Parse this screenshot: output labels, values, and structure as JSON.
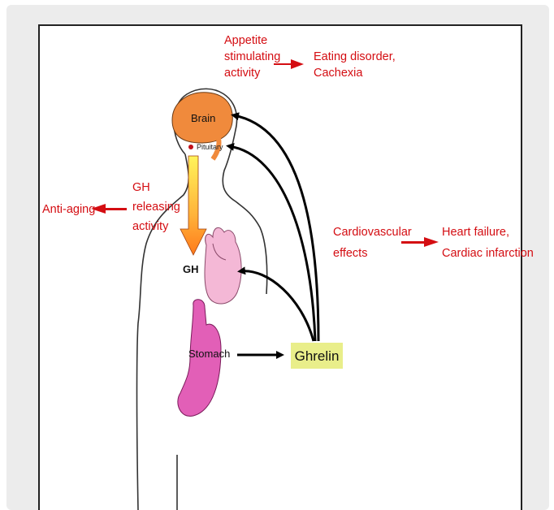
{
  "diagram": {
    "appetite": [
      "Appetite",
      "stimulating",
      "activity"
    ],
    "eating": [
      "Eating disorder,",
      "Cachexia"
    ],
    "brain": "Brain",
    "pituitary": "Pituitary",
    "gh_releasing": [
      "GH",
      "releasing",
      "activity"
    ],
    "anti_aging": "Anti-aging",
    "gh": "GH",
    "cardio": [
      "Cardiovascular",
      "effects"
    ],
    "heart_failure": [
      "Heart failure,",
      "Cardiac infarction"
    ],
    "stomach": "Stomach",
    "ghrelin": "Ghrelin"
  },
  "colors": {
    "red_text": "#d40d12",
    "brain": "#f08a3c",
    "heart": "#f4b8d6",
    "stomach": "#e25fb7",
    "ghrelin_box": "#e9ee8a"
  }
}
